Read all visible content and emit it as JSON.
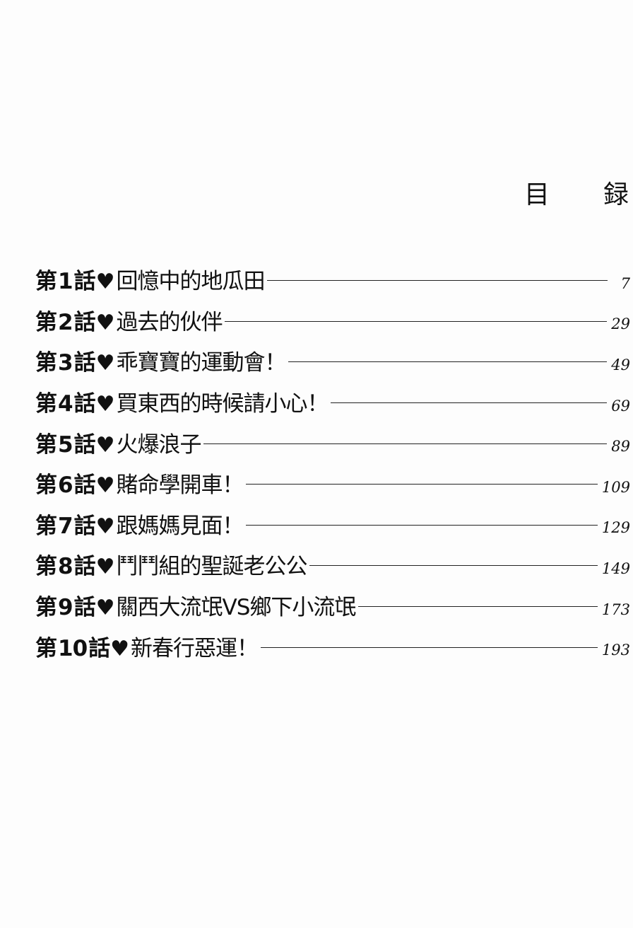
{
  "heading": {
    "char1": "目",
    "char2": "録"
  },
  "chapters": [
    {
      "prefix": "第",
      "number": "1",
      "suffix": "話",
      "heart": "♥",
      "title": "回憶中的地瓜田",
      "page": "7"
    },
    {
      "prefix": "第",
      "number": "2",
      "suffix": "話",
      "heart": "♥",
      "title": "過去的伙伴",
      "page": "29"
    },
    {
      "prefix": "第",
      "number": "3",
      "suffix": "話",
      "heart": "♥",
      "title": "乖寶寶的運動會！",
      "page": "49"
    },
    {
      "prefix": "第",
      "number": "4",
      "suffix": "話",
      "heart": "♥",
      "title": "買東西的時候請小心！",
      "page": "69"
    },
    {
      "prefix": "第",
      "number": "5",
      "suffix": "話",
      "heart": "♥",
      "title": "火爆浪子",
      "page": "89"
    },
    {
      "prefix": "第",
      "number": "6",
      "suffix": "話",
      "heart": "♥",
      "title": "賭命學開車！",
      "page": "109"
    },
    {
      "prefix": "第",
      "number": "7",
      "suffix": "話",
      "heart": "♥",
      "title": "跟媽媽見面！",
      "page": "129"
    },
    {
      "prefix": "第",
      "number": "8",
      "suffix": "話",
      "heart": "♥",
      "title": "鬥鬥組的聖誕老公公",
      "page": "149"
    },
    {
      "prefix": "第",
      "number": "9",
      "suffix": "話",
      "heart": "♥",
      "title": "關西大流氓VS鄉下小流氓",
      "page": "173"
    },
    {
      "prefix": "第",
      "number": "10",
      "suffix": "話",
      "heart": "♥",
      "title": "新春行惡運！",
      "page": "193"
    }
  ]
}
